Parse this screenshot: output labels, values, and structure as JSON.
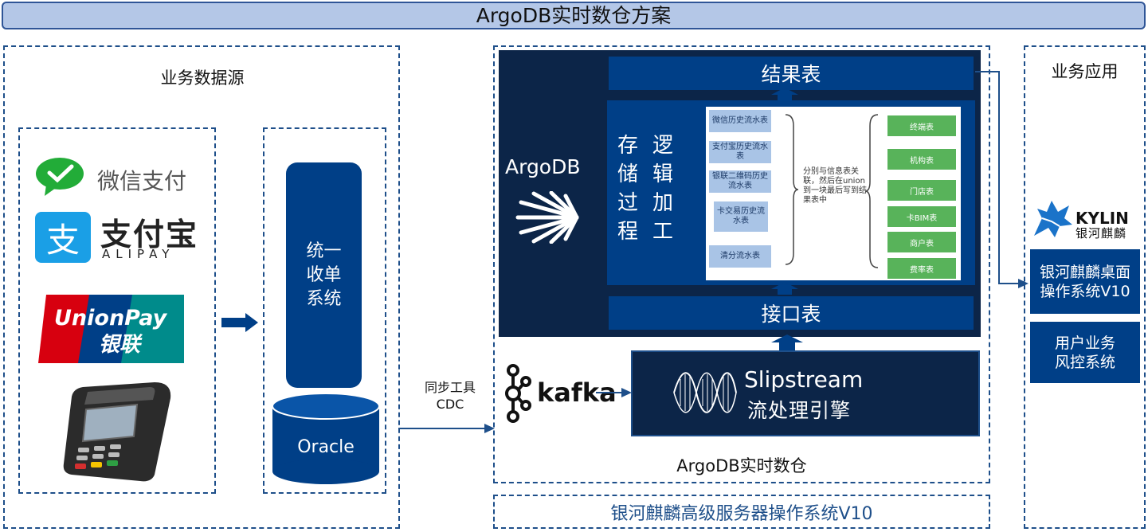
{
  "title": "ArgoDB实时数仓方案",
  "source_section": {
    "title": "业务数据源",
    "wechat_pay": "微信支付",
    "alipay": {
      "name": "支付宝",
      "sub": "ALIPAY"
    },
    "unionpay": {
      "name": "UnionPay",
      "cn": "银联"
    },
    "system": {
      "label": "统一收单系统",
      "db": "Oracle"
    }
  },
  "sync_tool": {
    "line1": "同步工具",
    "line2": "CDC"
  },
  "warehouse": {
    "footer_label": "ArgoDB实时数仓",
    "argodb_label": "ArgoDB",
    "result_table": "结果表",
    "interface_table": "接口表",
    "procedure": {
      "col1": "存储过程",
      "col2": "逻辑加工"
    },
    "source_tables": [
      "微信历史流水表",
      "支付宝历史流水表",
      "银联二维码历史流水表",
      "卡交易历史流水表",
      "清分流水表"
    ],
    "join_note": "分别与信息表关联，然后在union到一块最后写到结果表中",
    "info_tables": [
      "终端表",
      "机构表",
      "门店表",
      "卡BIM表",
      "商户表",
      "费率表"
    ],
    "kafka_label": "kafka",
    "slipstream": {
      "name": "Slipstream",
      "desc": "流处理引擎"
    }
  },
  "os_label": "银河麒麟高级服务器操作系统V10",
  "apps": {
    "title": "业务应用",
    "kylin_logo": {
      "en": "KYLIN",
      "cn": "银河麒麟"
    },
    "items": [
      "银河麒麟桌面操作系统V10",
      "用户业务风控系统"
    ]
  },
  "colors": {
    "primary": "#003f87",
    "navy": "#0c2548",
    "title_bg": "#b4c7e7",
    "green": "#58b35a"
  }
}
